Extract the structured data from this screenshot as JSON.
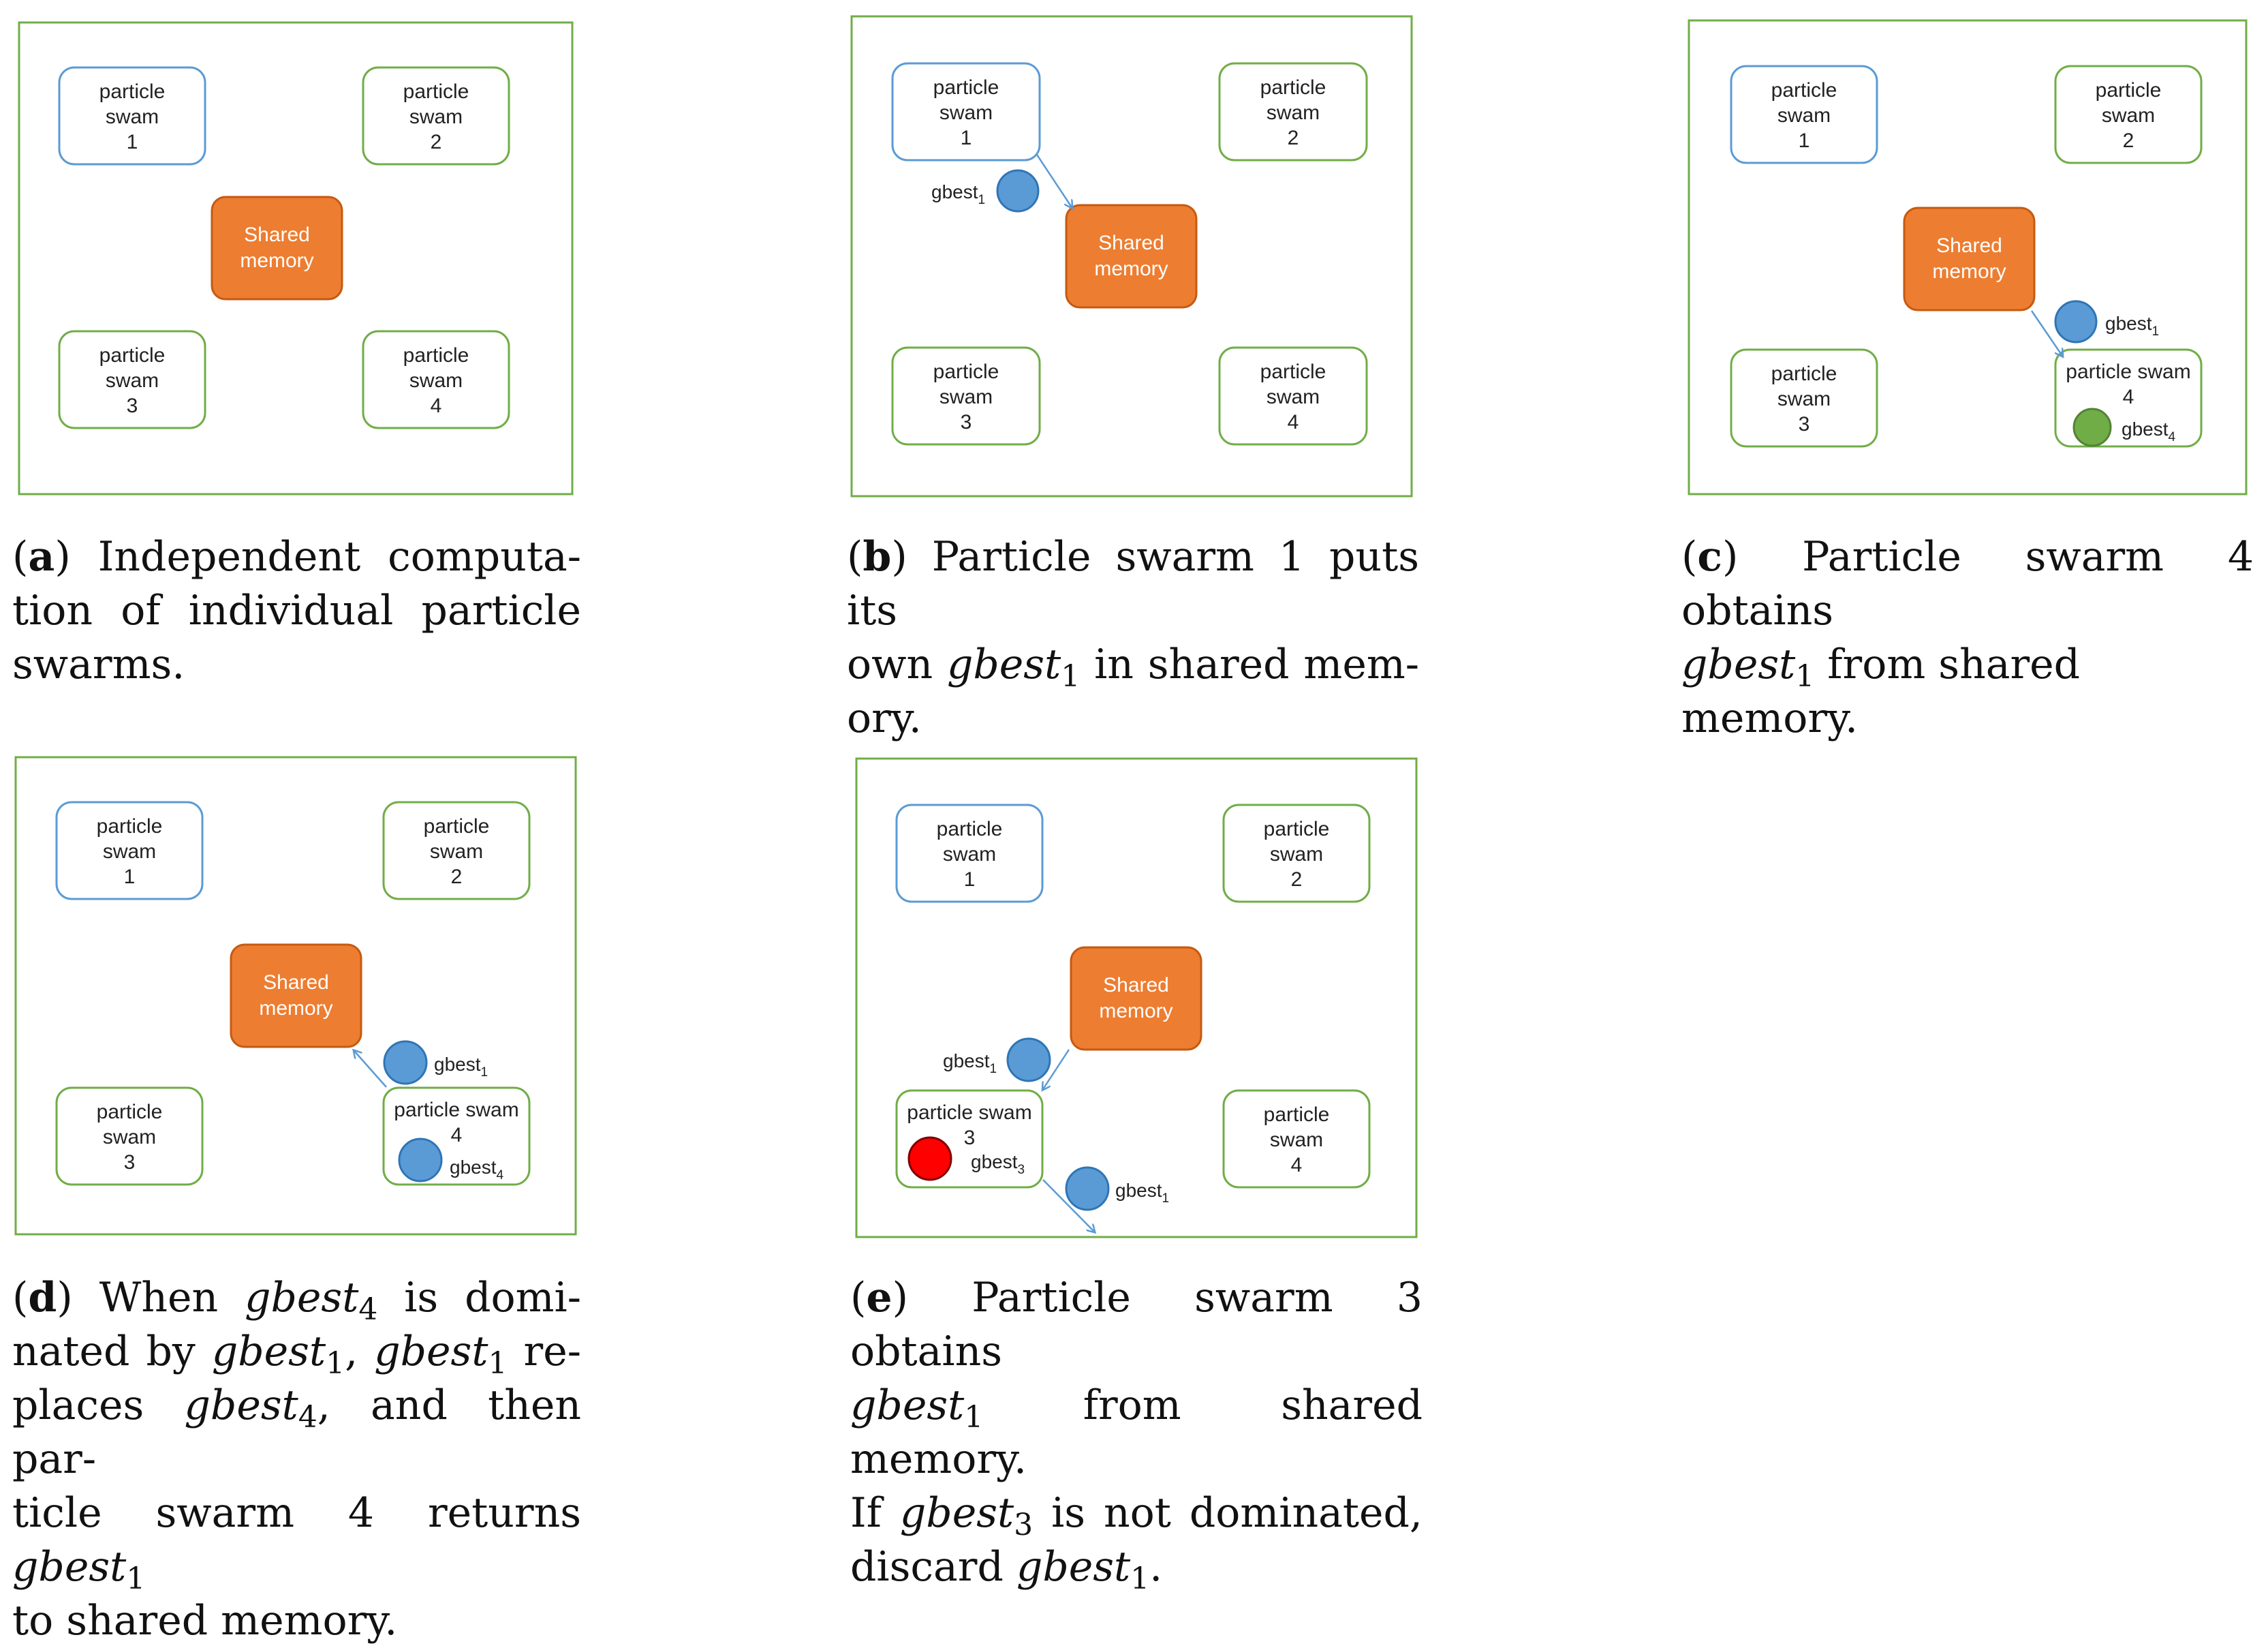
{
  "labels": {
    "particle": "particle",
    "swam": "swam",
    "particle_swam": "particle swam",
    "shared": "Shared",
    "memory": "memory",
    "gbest": "gbest"
  },
  "colors": {
    "frame": "#70ad47",
    "swarm_active_border": "#5b9bd5",
    "swarm_border": "#70ad47",
    "shared_fill": "#ed7d31",
    "shared_border": "#c55a11",
    "token_blue": "#5b9bd5",
    "token_blue_border": "#2e75b6",
    "token_green": "#70ad47",
    "token_red": "#ff0000",
    "arrow": "#5b9bd5"
  },
  "panels": [
    {
      "id": "a",
      "swarms": [
        {
          "id": "1",
          "lines": [
            "particle",
            "swam",
            "1"
          ],
          "active": true
        },
        {
          "id": "2",
          "lines": [
            "particle",
            "swam",
            "2"
          ],
          "active": false
        },
        {
          "id": "3",
          "lines": [
            "particle",
            "swam",
            "3"
          ],
          "active": false
        },
        {
          "id": "4",
          "lines": [
            "particle",
            "swam",
            "4"
          ],
          "active": false
        }
      ],
      "tokens": [],
      "caption": [
        {
          "t": "(",
          "c": "n"
        },
        {
          "t": "a",
          "c": "b"
        },
        {
          "t": ") Independent computa-",
          "c": "n"
        },
        {
          "t": "\n",
          "c": "br"
        },
        {
          "t": "tion of individual particle",
          "c": "n"
        },
        {
          "t": "\n",
          "c": "br"
        },
        {
          "t": "swarms.",
          "c": "n"
        }
      ]
    },
    {
      "id": "b",
      "swarms": [
        {
          "id": "1",
          "lines": [
            "particle",
            "swam",
            "1"
          ],
          "active": true
        },
        {
          "id": "2",
          "lines": [
            "particle",
            "swam",
            "2"
          ],
          "active": false
        },
        {
          "id": "3",
          "lines": [
            "particle",
            "swam",
            "3"
          ],
          "active": false
        },
        {
          "id": "4",
          "lines": [
            "particle",
            "swam",
            "4"
          ],
          "active": false
        }
      ],
      "tokens": [
        {
          "label": "gbest",
          "sub": "1",
          "color": "blue"
        }
      ],
      "caption": [
        {
          "t": "(",
          "c": "n"
        },
        {
          "t": "b",
          "c": "b"
        },
        {
          "t": ") Particle swarm 1 puts its",
          "c": "n"
        },
        {
          "t": "\n",
          "c": "br"
        },
        {
          "t": "own ",
          "c": "n"
        },
        {
          "t": "gbest",
          "c": "i"
        },
        {
          "t": "1",
          "c": "s"
        },
        {
          "t": " in shared mem-",
          "c": "n"
        },
        {
          "t": "\n",
          "c": "br"
        },
        {
          "t": "ory.",
          "c": "n"
        }
      ]
    },
    {
      "id": "c",
      "swarms": [
        {
          "id": "1",
          "lines": [
            "particle",
            "swam",
            "1"
          ],
          "active": true
        },
        {
          "id": "2",
          "lines": [
            "particle",
            "swam",
            "2"
          ],
          "active": false
        },
        {
          "id": "3",
          "lines": [
            "particle",
            "swam",
            "3"
          ],
          "active": false
        },
        {
          "id": "4",
          "lines": [
            "particle swam",
            "4"
          ],
          "active": false
        }
      ],
      "tokens": [
        {
          "label": "gbest",
          "sub": "1",
          "color": "blue"
        },
        {
          "label": "gbest",
          "sub": "4",
          "color": "green"
        }
      ],
      "caption": [
        {
          "t": "(",
          "c": "n"
        },
        {
          "t": "c",
          "c": "b"
        },
        {
          "t": ") Particle swarm 4 obtains",
          "c": "n"
        },
        {
          "t": "\n",
          "c": "br"
        },
        {
          "t": "gbest",
          "c": "i"
        },
        {
          "t": "1",
          "c": "s"
        },
        {
          "t": " from shared memory.",
          "c": "n"
        }
      ]
    },
    {
      "id": "d",
      "swarms": [
        {
          "id": "1",
          "lines": [
            "particle",
            "swam",
            "1"
          ],
          "active": true
        },
        {
          "id": "2",
          "lines": [
            "particle",
            "swam",
            "2"
          ],
          "active": false
        },
        {
          "id": "3",
          "lines": [
            "particle",
            "swam",
            "3"
          ],
          "active": false
        },
        {
          "id": "4",
          "lines": [
            "particle swam",
            "4"
          ],
          "active": false
        }
      ],
      "tokens": [
        {
          "label": "gbest",
          "sub": "1",
          "color": "blue"
        },
        {
          "label": "gbest",
          "sub": "4",
          "color": "blue"
        }
      ],
      "caption": [
        {
          "t": "(",
          "c": "n"
        },
        {
          "t": "d",
          "c": "b"
        },
        {
          "t": ") When ",
          "c": "n"
        },
        {
          "t": "gbest",
          "c": "i"
        },
        {
          "t": "4",
          "c": "s"
        },
        {
          "t": " is domi-",
          "c": "n"
        },
        {
          "t": "\n",
          "c": "br"
        },
        {
          "t": "nated by ",
          "c": "n"
        },
        {
          "t": "gbest",
          "c": "i"
        },
        {
          "t": "1",
          "c": "s"
        },
        {
          "t": ", ",
          "c": "n"
        },
        {
          "t": "gbest",
          "c": "i"
        },
        {
          "t": "1",
          "c": "s"
        },
        {
          "t": " re-",
          "c": "n"
        },
        {
          "t": "\n",
          "c": "br"
        },
        {
          "t": "places ",
          "c": "n"
        },
        {
          "t": "gbest",
          "c": "i"
        },
        {
          "t": "4",
          "c": "s"
        },
        {
          "t": ", and then par-",
          "c": "n"
        },
        {
          "t": "\n",
          "c": "br"
        },
        {
          "t": "ticle swarm 4 returns ",
          "c": "n"
        },
        {
          "t": "gbest",
          "c": "i"
        },
        {
          "t": "1",
          "c": "s"
        },
        {
          "t": "\n",
          "c": "br"
        },
        {
          "t": "to shared memory.",
          "c": "n"
        }
      ]
    },
    {
      "id": "e",
      "swarms": [
        {
          "id": "1",
          "lines": [
            "particle",
            "swam",
            "1"
          ],
          "active": true
        },
        {
          "id": "2",
          "lines": [
            "particle",
            "swam",
            "2"
          ],
          "active": false
        },
        {
          "id": "3",
          "lines": [
            "particle swam",
            "3"
          ],
          "active": false
        },
        {
          "id": "4",
          "lines": [
            "particle",
            "swam",
            "4"
          ],
          "active": false
        }
      ],
      "tokens": [
        {
          "label": "gbest",
          "sub": "1",
          "color": "blue"
        },
        {
          "label": "gbest",
          "sub": "3",
          "color": "red"
        },
        {
          "label": "gbest",
          "sub": "1",
          "color": "blue"
        }
      ],
      "caption": [
        {
          "t": "(",
          "c": "n"
        },
        {
          "t": "e",
          "c": "b"
        },
        {
          "t": ") Particle swarm 3 obtains",
          "c": "n"
        },
        {
          "t": "\n",
          "c": "br"
        },
        {
          "t": "gbest",
          "c": "i"
        },
        {
          "t": "1",
          "c": "s"
        },
        {
          "t": " from shared memory.",
          "c": "n"
        },
        {
          "t": "\n",
          "c": "br"
        },
        {
          "t": "If ",
          "c": "n"
        },
        {
          "t": "gbest",
          "c": "i"
        },
        {
          "t": "3",
          "c": "s"
        },
        {
          "t": " is not dominated,",
          "c": "n"
        },
        {
          "t": "\n",
          "c": "br"
        },
        {
          "t": "discard ",
          "c": "n"
        },
        {
          "t": "gbest",
          "c": "i"
        },
        {
          "t": "1",
          "c": "s"
        },
        {
          "t": ".",
          "c": "n"
        }
      ]
    }
  ]
}
